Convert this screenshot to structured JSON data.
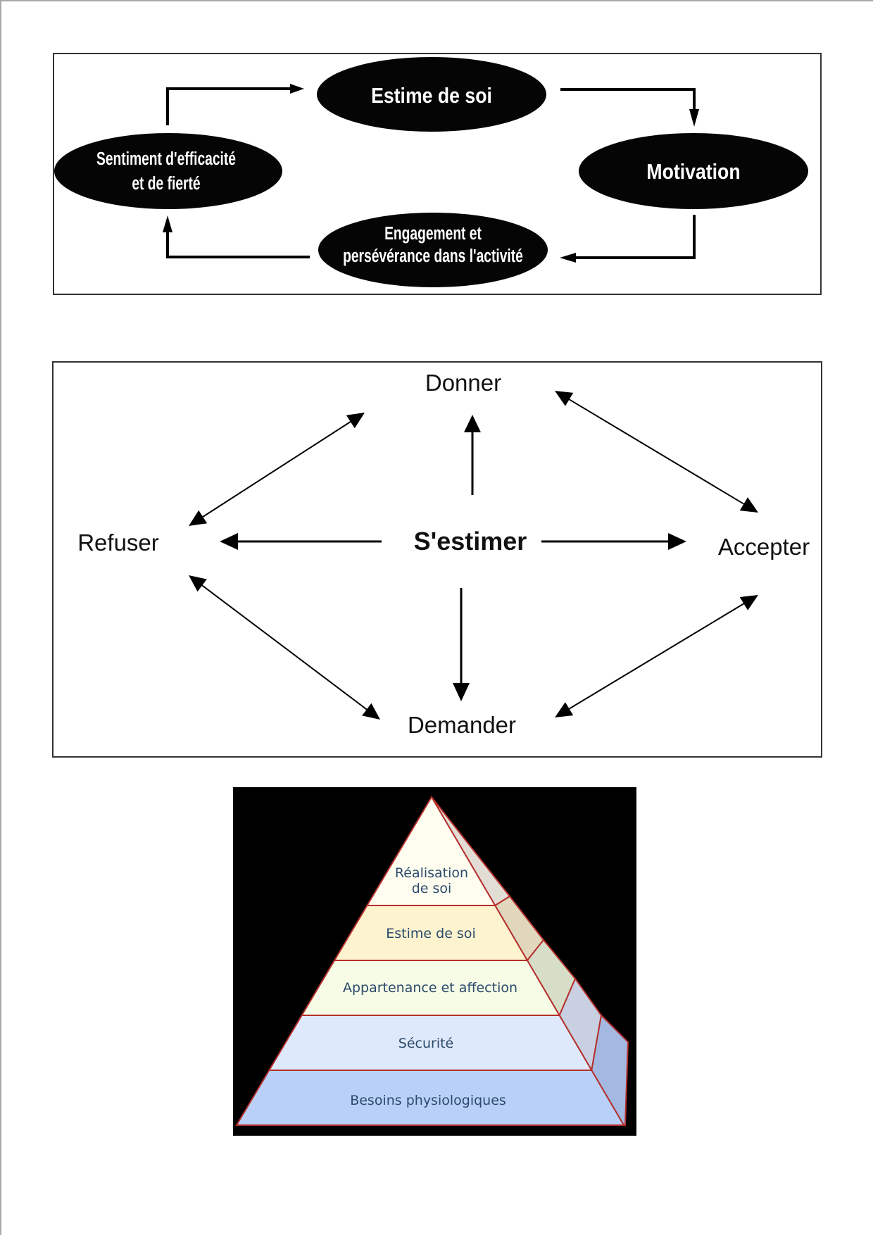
{
  "cycle_diagram": {
    "nodes": [
      {
        "id": "estime",
        "lines": [
          "Estime de soi"
        ]
      },
      {
        "id": "motivation",
        "lines": [
          "Motivation"
        ]
      },
      {
        "id": "engagement",
        "lines": [
          "Engagement et",
          "persévérance dans l'activité"
        ]
      },
      {
        "id": "sentiment",
        "lines": [
          "Sentiment d'efficacité",
          "et de fierté"
        ]
      }
    ],
    "flow": [
      "sentiment",
      "estime",
      "motivation",
      "engagement",
      "sentiment"
    ]
  },
  "relation_diagram": {
    "center": "S'estimer",
    "top": "Donner",
    "bottom": "Demander",
    "left": "Refuser",
    "right": "Accepter"
  },
  "pyramid": {
    "tiers": [
      {
        "lines": [
          "Réalisation",
          "de soi"
        ],
        "color": "#fffdf0",
        "side": "#e2ded6"
      },
      {
        "lines": [
          "Estime de soi"
        ],
        "color": "#fdf3cf",
        "side": "#e0d7bd"
      },
      {
        "lines": [
          "Appartenance et affection"
        ],
        "color": "#f6fce6",
        "side": "#d6dec8"
      },
      {
        "lines": [
          "Sécurité"
        ],
        "color": "#dfe9fc",
        "side": "#c8d0e2"
      },
      {
        "lines": [
          "Besoins physiologiques"
        ],
        "color": "#b9d1f8",
        "side": "#a3b9e2"
      }
    ],
    "edge_color": "#b5302c",
    "text_color": "#2b4a6b",
    "background": "#000000"
  }
}
